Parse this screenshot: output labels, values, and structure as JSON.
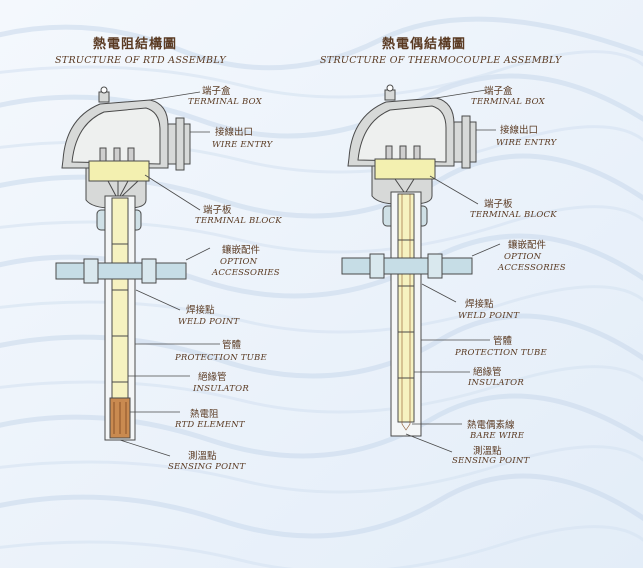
{
  "rtd": {
    "title_zh": "熱電阻結構圖",
    "title_en": "STRUCTURE OF RTD ASSEMBLY",
    "labels": {
      "terminal_box_zh": "端子盒",
      "terminal_box_en": "TERMINAL BOX",
      "wire_entry_zh": "接線出口",
      "wire_entry_en": "WIRE ENTRY",
      "terminal_block_zh": "端子板",
      "terminal_block_en": "TERMINAL BLOCK",
      "option_zh": "鑲嵌配件",
      "option_en1": "OPTION",
      "option_en2": "ACCESSORIES",
      "weld_zh": "焊接點",
      "weld_en": "WELD POINT",
      "tube_zh": "管體",
      "tube_en": "PROTECTION TUBE",
      "insulator_zh": "絕緣管",
      "insulator_en": "INSULATOR",
      "element_zh": "熱電阻",
      "element_en": "RTD ELEMENT",
      "sensing_zh": "測溫點",
      "sensing_en": "SENSING POINT"
    }
  },
  "tc": {
    "title_zh": "熱電偶結構圖",
    "title_en": "STRUCTURE OF THERMOCOUPLE ASSEMBLY",
    "labels": {
      "terminal_box_zh": "端子盒",
      "terminal_box_en": "TERMINAL BOX",
      "wire_entry_zh": "接線出口",
      "wire_entry_en": "WIRE ENTRY",
      "terminal_block_zh": "端子板",
      "terminal_block_en": "TERMINAL BLOCK",
      "option_zh": "鑲嵌配件",
      "option_en1": "OPTION",
      "option_en2": "ACCESSORIES",
      "weld_zh": "焊接點",
      "weld_en": "WELD POINT",
      "tube_zh": "管體",
      "tube_en": "PROTECTION TUBE",
      "insulator_zh": "絕緣管",
      "insulator_en": "INSULATOR",
      "bare_wire_zh": "熱電偶素線",
      "bare_wire_en": "BARE WIRE",
      "sensing_zh": "測溫點",
      "sensing_en": "SENSING POINT"
    }
  },
  "colors": {
    "text": "#5a3a22",
    "line": "#4a4a4a",
    "housing": "#d7d9d8",
    "terminal_block": "#f3f0b0",
    "insulator": "#f6f2c0",
    "element": "#c98a50",
    "accessory": "#c6dde6"
  }
}
